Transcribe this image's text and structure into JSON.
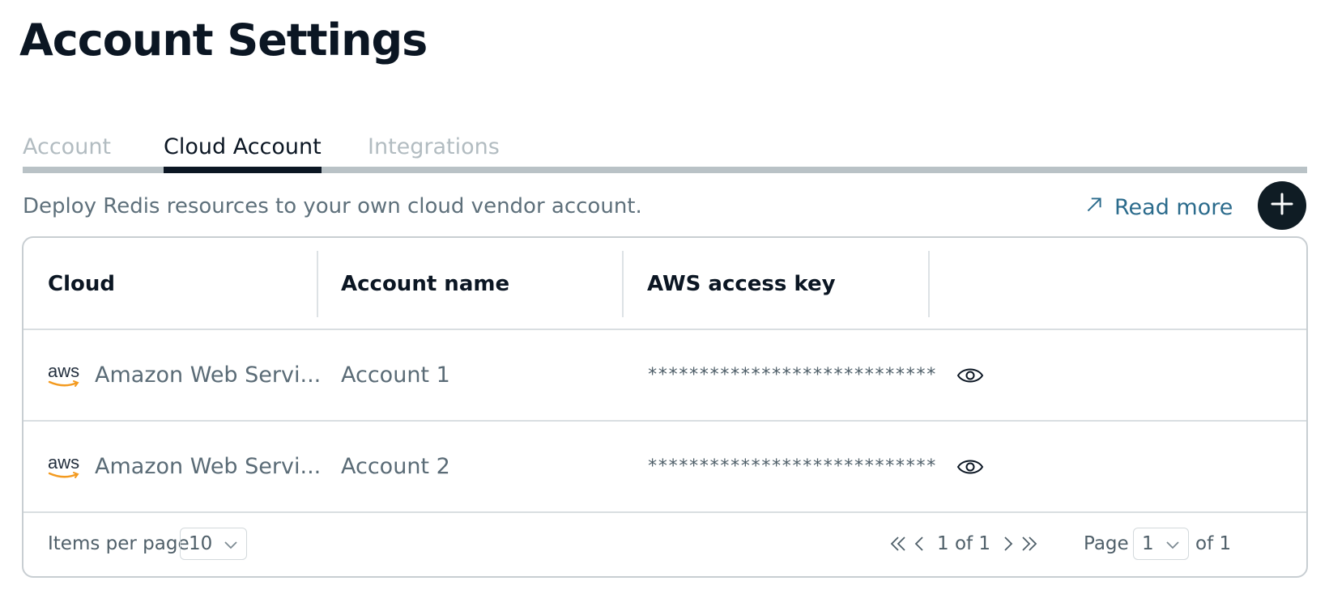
{
  "page": {
    "title": "Account Settings"
  },
  "tabs": [
    {
      "label": "Account",
      "active": false
    },
    {
      "label": "Cloud Account",
      "active": true
    },
    {
      "label": "Integrations",
      "active": false
    }
  ],
  "description": "Deploy Redis resources to your own cloud vendor account.",
  "read_more": {
    "label": "Read more",
    "icon": "arrow-up-right-icon"
  },
  "add_button": {
    "icon": "plus-icon"
  },
  "table": {
    "columns": [
      "Cloud",
      "Account name",
      "AWS access key",
      ""
    ],
    "rows": [
      {
        "cloud_logo": "aws",
        "cloud": "Amazon Web Servi...",
        "account_name": "Account 1",
        "access_key": "****************************",
        "action_icon": "eye-icon"
      },
      {
        "cloud_logo": "aws",
        "cloud": "Amazon Web Servi...",
        "account_name": "Account 2",
        "access_key": "****************************",
        "action_icon": "eye-icon"
      }
    ]
  },
  "pagination": {
    "items_per_page_label": "Items per page",
    "items_per_page": "10",
    "range": "1 of 1",
    "page_label": "Page",
    "page_value": "1",
    "page_total": "of 1"
  },
  "colors": {
    "primary": "#0b1623",
    "link": "#2b6b8c",
    "muted": "#b2bcc1",
    "aws_orange": "#f39a1f"
  }
}
